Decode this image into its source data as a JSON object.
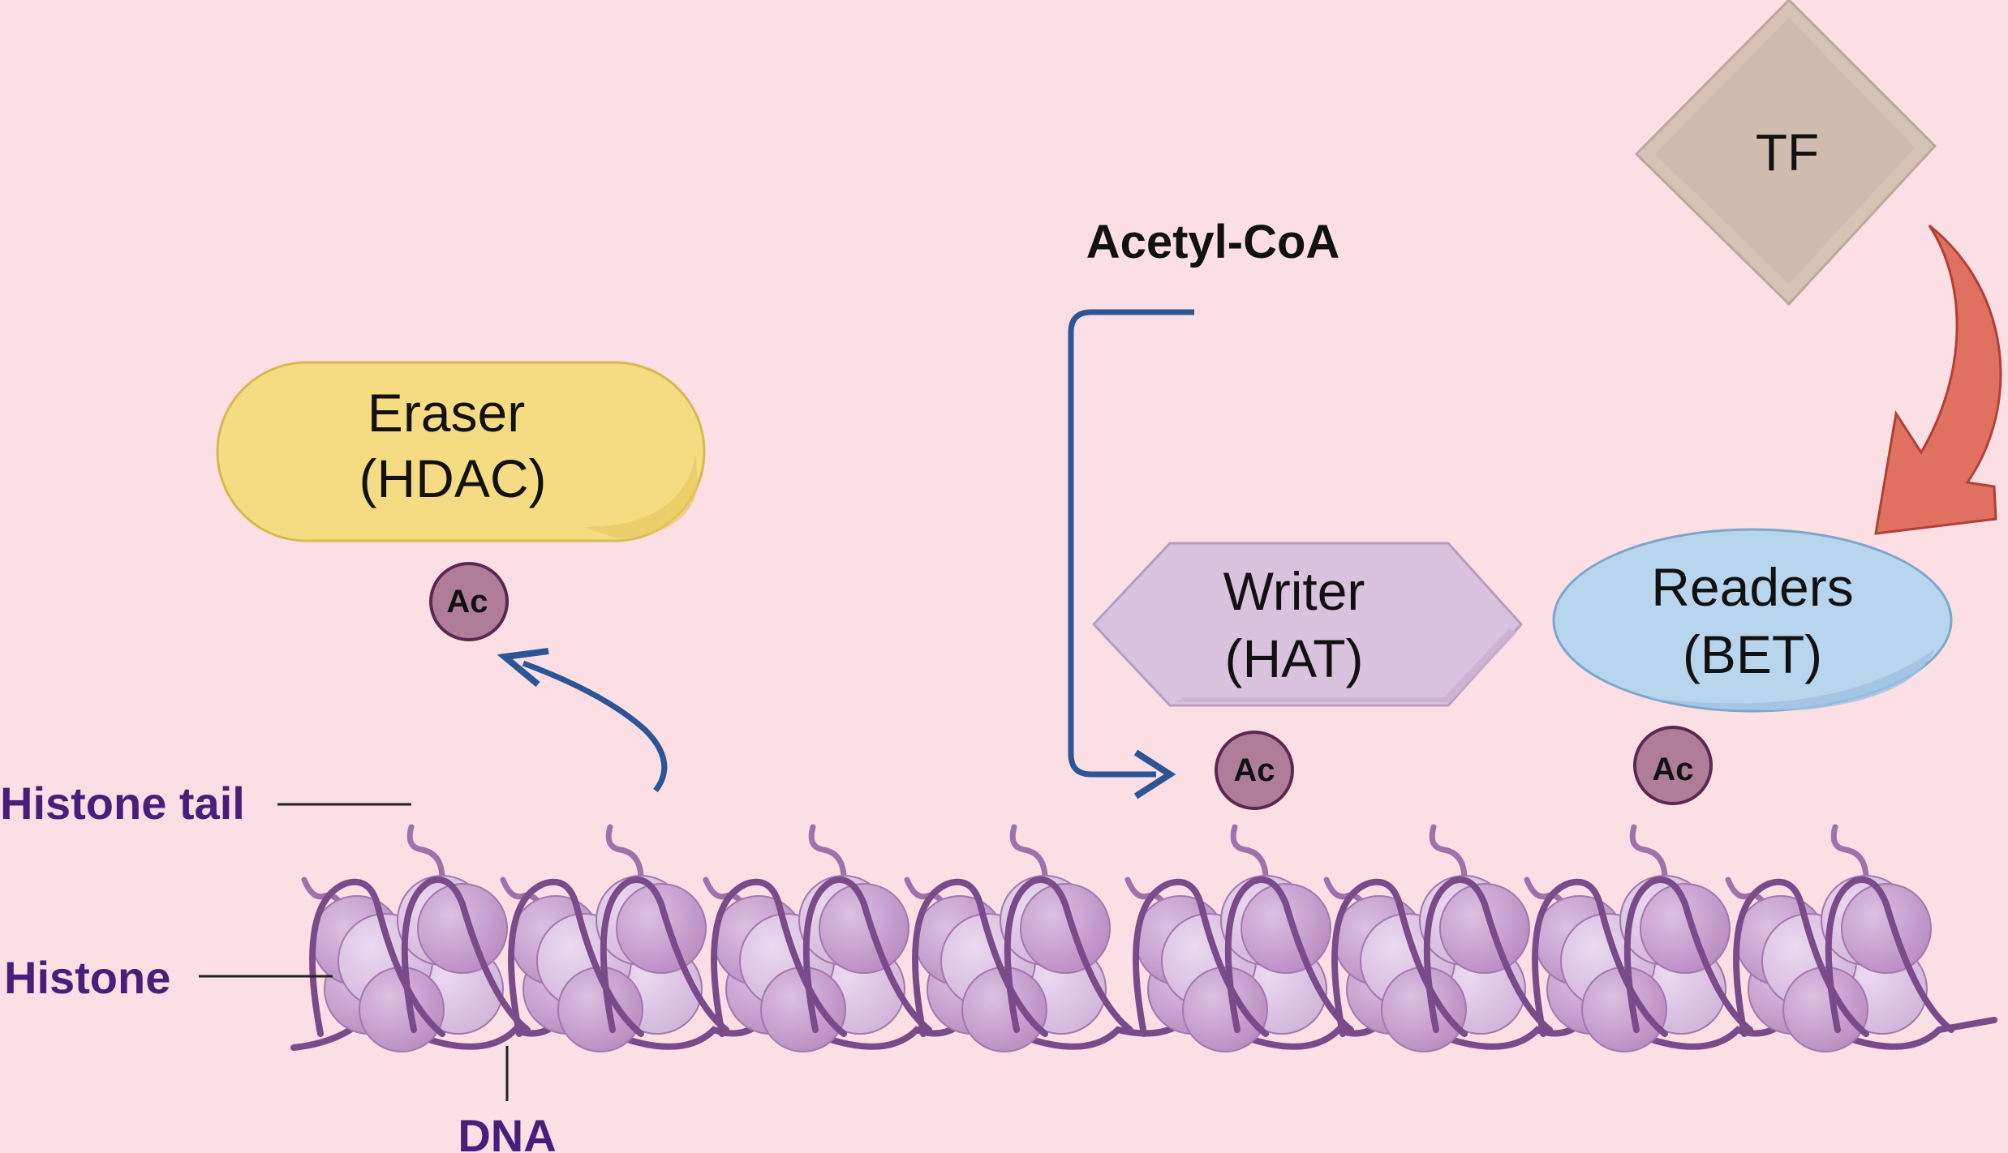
{
  "labels": {
    "acetyl_coa": "Acetyl-CoA",
    "tf": "TF",
    "eraser_line1": "Eraser",
    "eraser_line2": "(HDAC)",
    "writer_line1": "Writer",
    "writer_line2": "(HAT)",
    "readers_line1": "Readers",
    "readers_line2": "(BET)",
    "histone_tail": "Histone tail",
    "histone": "Histone",
    "dna": "DNA",
    "ac": "Ac"
  },
  "colors": {
    "background": "#fbdfe4",
    "eraser": "#f5dc82",
    "writer": "#d8c2dd",
    "readers": "#b8d5ee",
    "tf": "#d5c3b6",
    "acetyl_arrow": "#2c5596",
    "tf_arrow": "#e07060",
    "histone": "#c59bcb",
    "histone_light": "#d9bde0",
    "dna": "#7a4a8a",
    "ac_fill": "#b07d98",
    "label_purple": "#4b1d7a"
  }
}
